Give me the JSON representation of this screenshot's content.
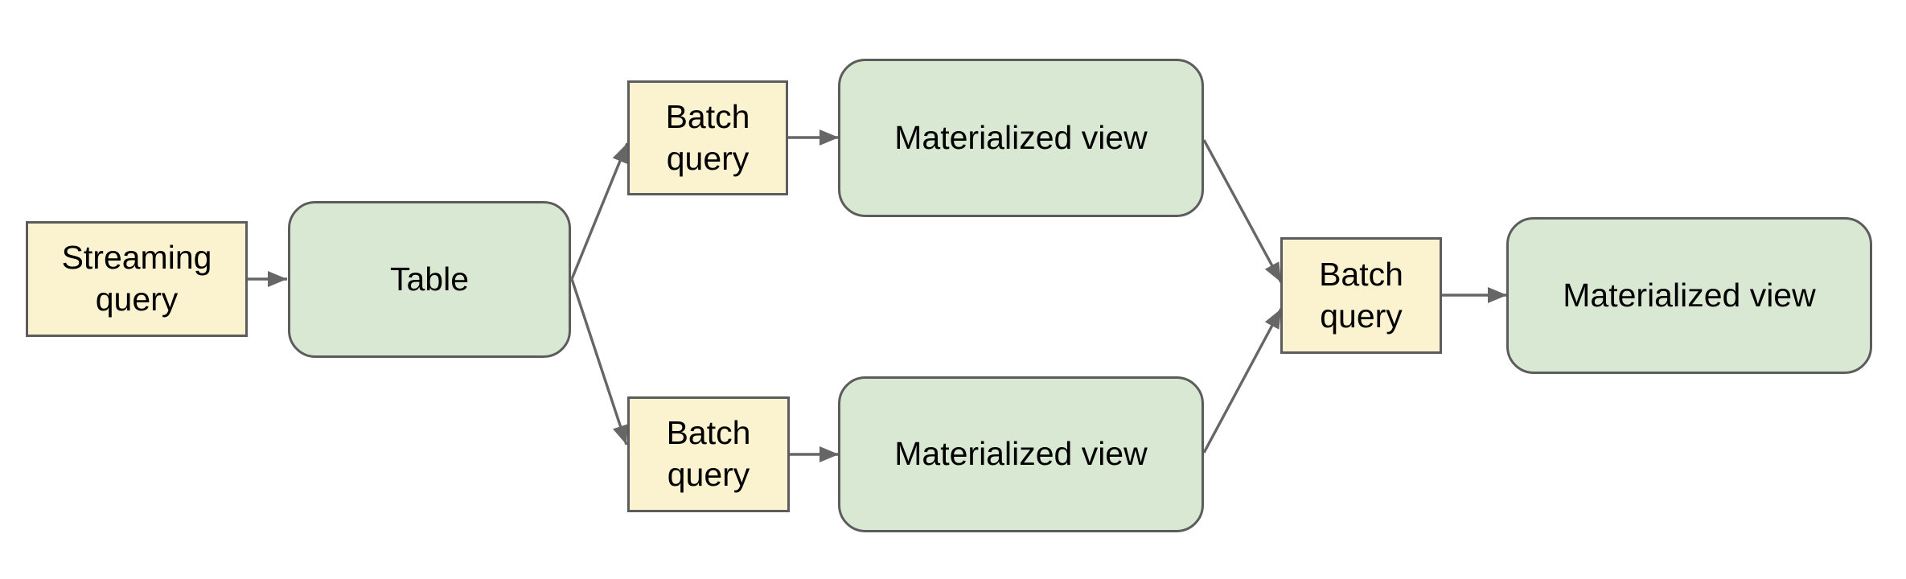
{
  "colors": {
    "background": "#ffffff",
    "query_fill": "#fbf2cf",
    "query_border": "#5c5c5c",
    "view_fill": "#d9e8d2",
    "view_border": "#5c5c5c",
    "arrow": "#666666",
    "label_text": "#000000"
  },
  "nodes": {
    "streaming_query": {
      "label": "Streaming query",
      "kind": "query"
    },
    "table": {
      "label": "Table",
      "kind": "view"
    },
    "batch_query_top": {
      "label": "Batch query",
      "kind": "query"
    },
    "materialized_view_top": {
      "label": "Materialized view",
      "kind": "view"
    },
    "batch_query_bottom": {
      "label": "Batch query",
      "kind": "query"
    },
    "materialized_view_bottom": {
      "label": "Materialized view",
      "kind": "view"
    },
    "batch_query_merge": {
      "label": "Batch query",
      "kind": "query"
    },
    "materialized_view_final": {
      "label": "Materialized view",
      "kind": "view"
    }
  },
  "edges": [
    {
      "from": "streaming_query",
      "to": "table"
    },
    {
      "from": "table",
      "to": "batch_query_top"
    },
    {
      "from": "table",
      "to": "batch_query_bottom"
    },
    {
      "from": "batch_query_top",
      "to": "materialized_view_top"
    },
    {
      "from": "batch_query_bottom",
      "to": "materialized_view_bottom"
    },
    {
      "from": "materialized_view_top",
      "to": "batch_query_merge"
    },
    {
      "from": "materialized_view_bottom",
      "to": "batch_query_merge"
    },
    {
      "from": "batch_query_merge",
      "to": "materialized_view_final"
    }
  ]
}
